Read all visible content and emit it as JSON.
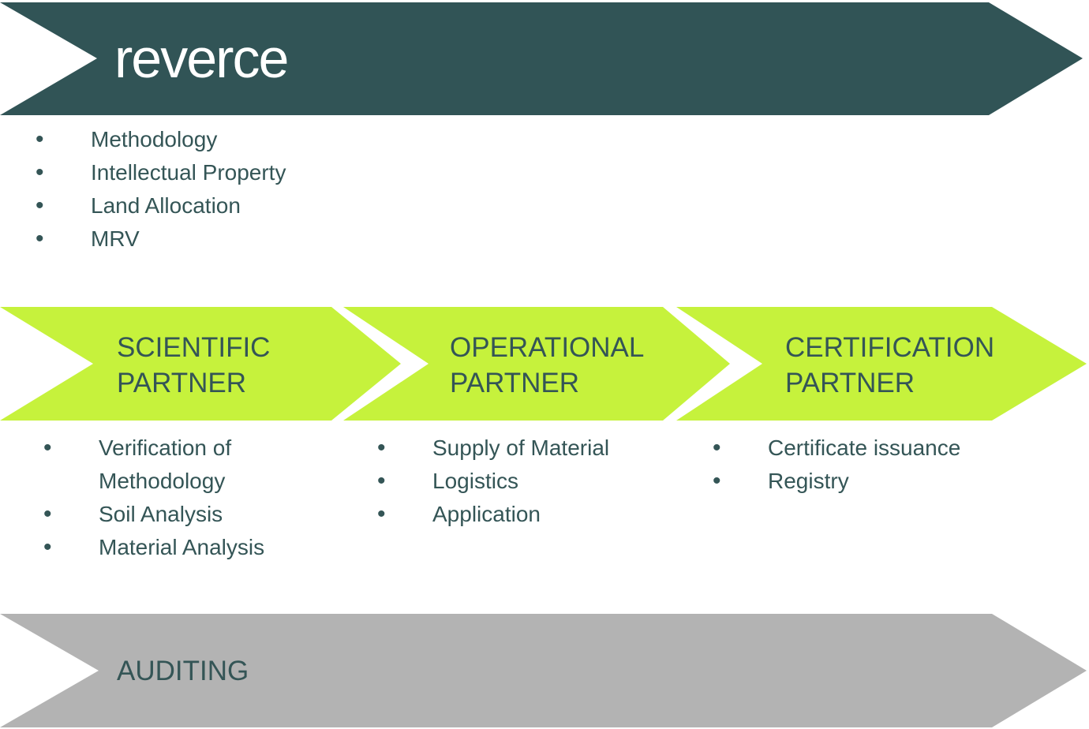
{
  "colors": {
    "teal": "#315456",
    "lime": "#c6f23c",
    "gray": "#b3b3b3",
    "text_dark": "#345556",
    "title_white": "#ffffff"
  },
  "banner": {
    "title": "reverce"
  },
  "overview_list": {
    "items": [
      "Methodology",
      "Intellectual Property",
      "Land Allocation",
      "MRV"
    ]
  },
  "partners": [
    {
      "label": "SCIENTIFIC\nPARTNER",
      "items": [
        "Verification of Methodology",
        "Soil Analysis",
        "Material Analysis"
      ]
    },
    {
      "label": "OPERATIONAL\nPARTNER",
      "items": [
        "Supply of Material",
        "Logistics",
        "Application"
      ]
    },
    {
      "label": "CERTIFICATION\nPARTNER",
      "items": [
        "Certificate issuance",
        "Registry"
      ]
    }
  ],
  "footer": {
    "label": "AUDITING"
  }
}
